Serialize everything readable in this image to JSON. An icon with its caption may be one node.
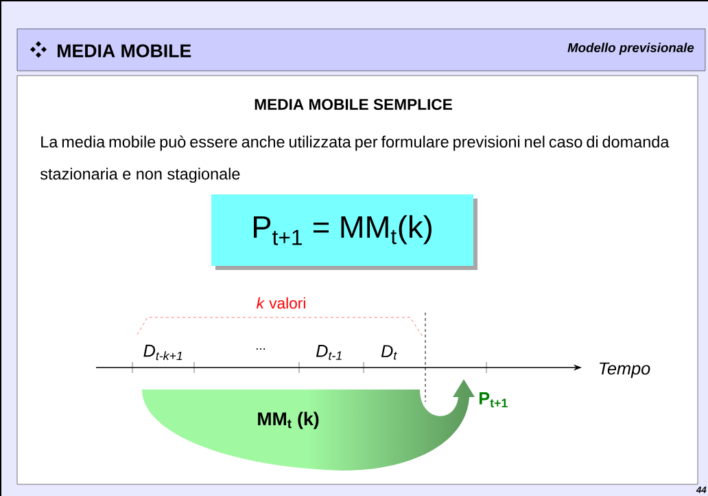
{
  "diagram": {
    "nodes": [
      {
        "text": [
          "MEDIA MOBILE",
          "Modello previsionale"
        ]
      },
      {
        "text": [
          "MEDIA MOBILE SEMPLICE",
          "La media mobile può essere anche utilizzata per formulare previsioni nel caso di domanda stazionaria e non stagionale"
        ]
      },
      {
        "text": [
          "P$_{t+1}$ = MM$_{t}$(k)"
        ],
        "in": 1
      },
      {
        "text": [
          "MM$_{t}$ (k)"
        ],
        "in": 1
      }
    ],
    "labels": [
      "*k* valori",
      "D$_{t-k+1}$",
      "...",
      "D$_{t-1}$",
      "D$_{t}$",
      "Tempo",
      "P$_{t+1}$",
      "44"
    ]
  }
}
